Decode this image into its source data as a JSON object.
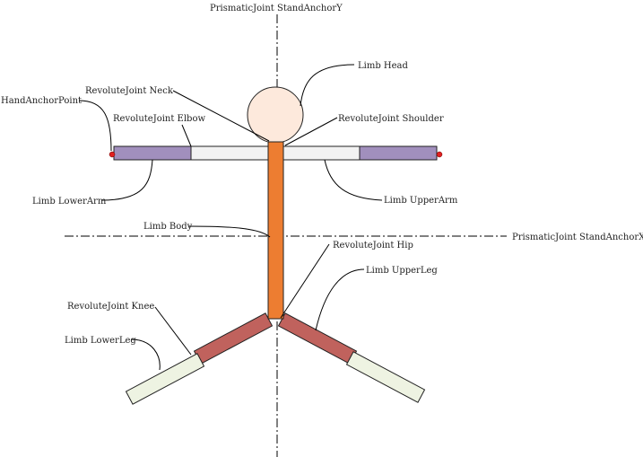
{
  "labels": {
    "stand_anchor_y": "PrismaticJoint StandAnchorY",
    "stand_anchor_x": "PrismaticJoint StandAnchorX",
    "limb_head": "Limb Head",
    "revolute_neck": "RevoluteJoint Neck",
    "hand_anchor": "HandAnchorPoint",
    "revolute_elbow": "RevoluteJoint Elbow",
    "revolute_shoulder": "RevoluteJoint Shoulder",
    "limb_lowerarm": "Limb LowerArm",
    "limb_upperarm": "Limb UpperArm",
    "limb_body": "Limb Body",
    "revolute_hip": "RevoluteJoint Hip",
    "limb_upperleg": "Limb UpperLeg",
    "revolute_knee": "RevoluteJoint Knee",
    "limb_lowerleg": "Limb LowerLeg"
  },
  "colors": {
    "head_fill": "#fde9dc",
    "body_fill": "#ed7d31",
    "lowerarm_fill": "#a18fbd",
    "upperarm_fill": "#f2f2f2",
    "upperleg_fill": "#c0625d",
    "lowerleg_fill": "#eef3e2",
    "anchor_point": "#e02020"
  }
}
